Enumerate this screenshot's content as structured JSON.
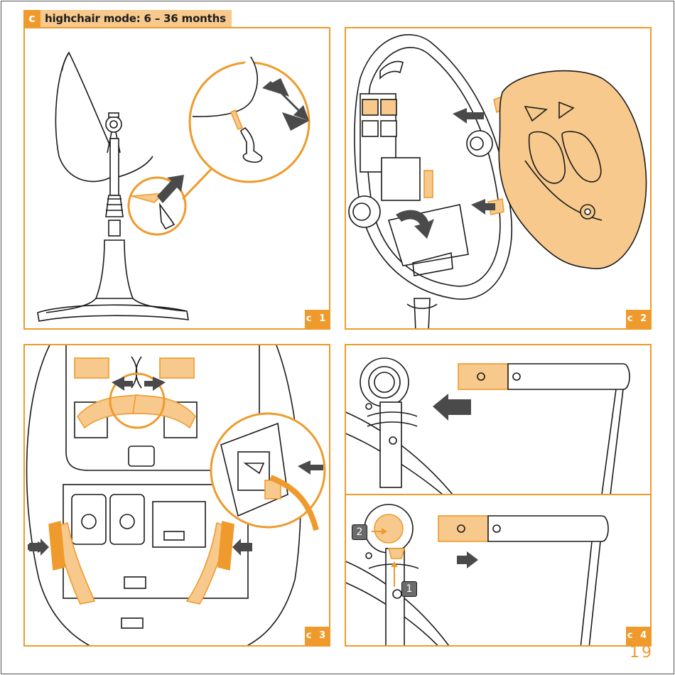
{
  "header": {
    "letter": "c",
    "title": "highchair mode: 6 – 36 months"
  },
  "panels": [
    {
      "id": "c1",
      "label": "c 1"
    },
    {
      "id": "c2",
      "label": "c 2"
    },
    {
      "id": "c3",
      "label": "c 3"
    },
    {
      "id": "c4",
      "label": "c 4"
    }
  ],
  "callouts": {
    "one": "1",
    "two": "2"
  },
  "page_number": "19",
  "colors": {
    "accent": "#ef9a2c",
    "accent_light": "#f7c98c",
    "arrow": "#4a4a4a",
    "line": "#1a1a1a"
  },
  "icons": [
    "arrow-icon",
    "double-arrow-icon",
    "rotate-arrow-icon"
  ]
}
